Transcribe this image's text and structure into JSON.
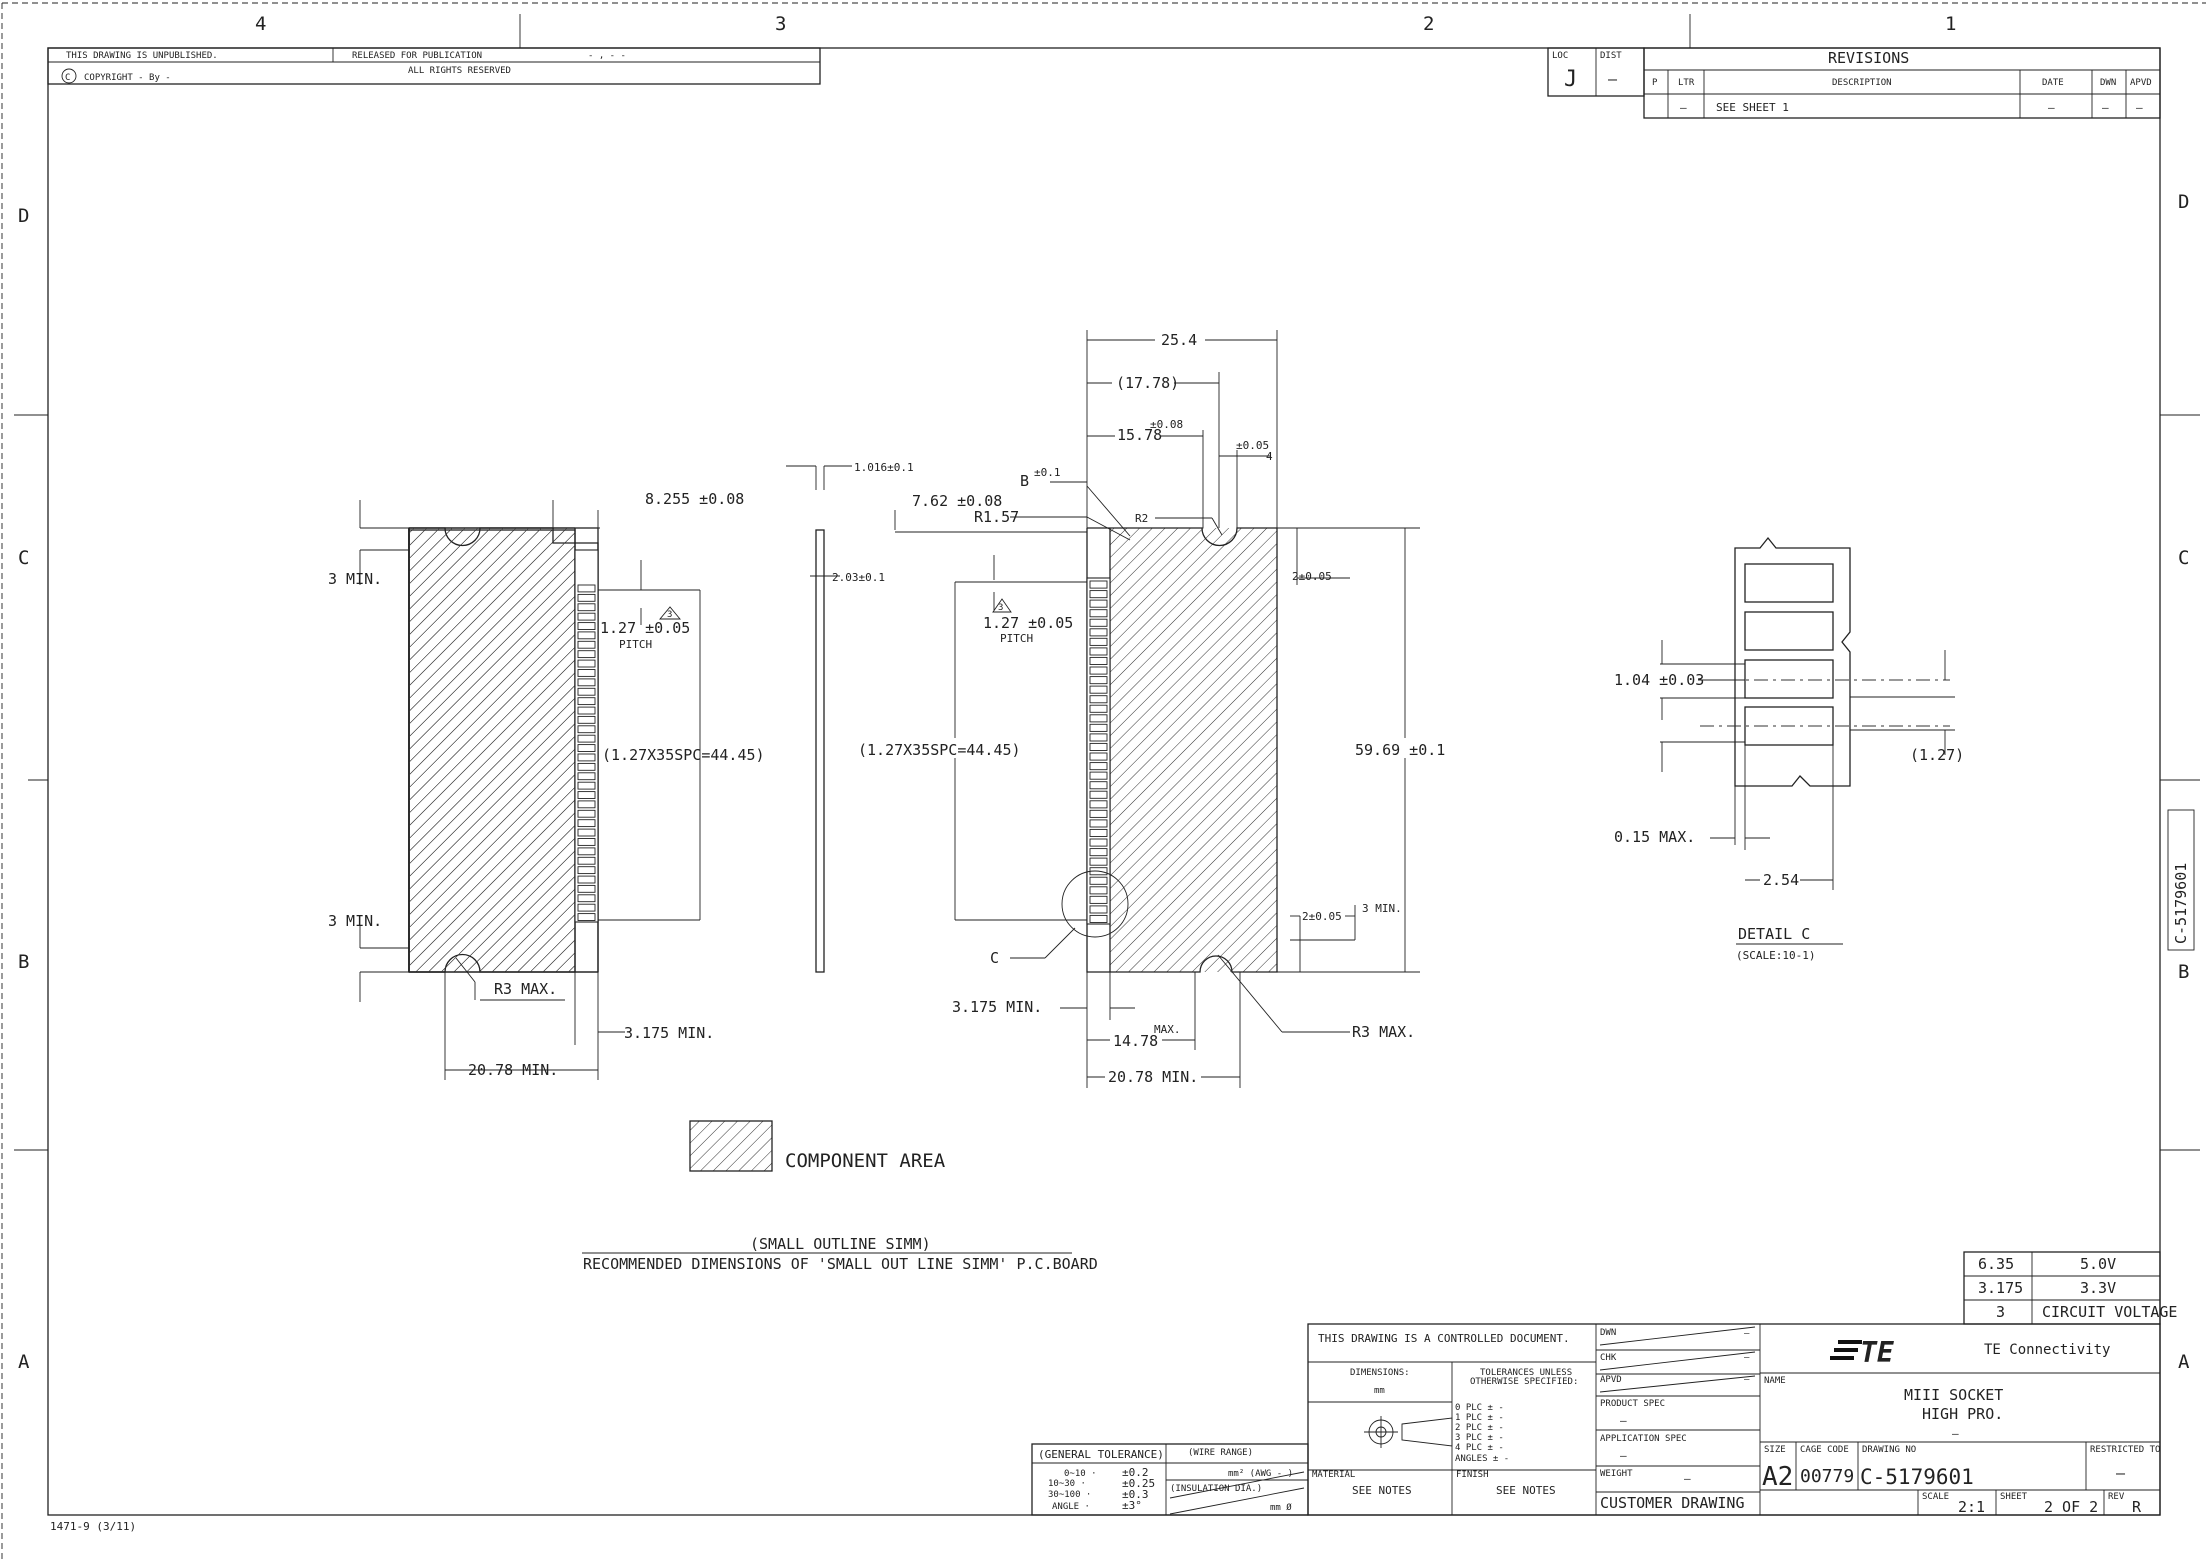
{
  "border": {
    "columns": [
      "4",
      "3",
      "2",
      "1"
    ],
    "rows_left": [
      "D",
      "C",
      "B",
      "A"
    ],
    "rows_right": [
      "D",
      "C",
      "B",
      "A"
    ],
    "form_number": "1471-9 (3/11)"
  },
  "header": {
    "unpublished": "THIS DRAWING IS UNPUBLISHED.",
    "released": "RELEASED FOR PUBLICATION",
    "released_value": "- , -   -",
    "copyright": "COPYRIGHT  -   By  -",
    "rights": "ALL RIGHTS RESERVED"
  },
  "loc_dist": {
    "loc_label": "LOC",
    "loc_value": "J",
    "dist_label": "DIST",
    "dist_value": "—"
  },
  "revisions": {
    "title": "REVISIONS",
    "columns": [
      "P",
      "LTR",
      "DESCRIPTION",
      "DATE",
      "DWN",
      "APVD"
    ],
    "row": [
      "",
      "—",
      "SEE SHEET 1",
      "—",
      "—",
      "—"
    ]
  },
  "left_view": {
    "width_dim": "8.255 ±0.08",
    "top_min": "3 MIN.",
    "pitch_value": "1.27 ±0.05",
    "pitch_label": "PITCH",
    "pitch_note": "3",
    "span": "(1.27X35SPC=44.45)",
    "bottom_min": "3 MIN.",
    "radius": "R3 MAX.",
    "edge_min": "3.175 MIN.",
    "overall": "20.78 MIN."
  },
  "board_side": {
    "thickness": "1.016±0.1",
    "edge": "2.03±0.1"
  },
  "right_view": {
    "overall": "25.4",
    "ref": "(17.78)",
    "center": "15.78",
    "center_tol": "±0.08",
    "notch_tol": "±0.05",
    "notch_label": "4",
    "b_tol": "±0.1",
    "b_label": "B",
    "offset": "7.62 ±0.08",
    "r157": "R1.57",
    "r2": "R2",
    "edge_tol": "2.03±0.1",
    "pitch_value": "1.27 ±0.05",
    "pitch_label": "PITCH",
    "pitch_note": "3",
    "span": "(1.27X35SPC=44.45)",
    "right_edge": "2±0.05",
    "height": "59.69 ±0.1",
    "bottom_tol": "2±0.05",
    "bottom_min": "3 MIN.",
    "detail_ref": "C",
    "radius": "R3 MAX.",
    "edge_min": "3.175 MIN.",
    "max_dim": "14.78",
    "max_label": "MAX.",
    "overall_min": "20.78 MIN."
  },
  "detail": {
    "pad_width": "1.04 ±0.03",
    "pitch_ref": "(1.27)",
    "max_gap": "0.15 MAX.",
    "pad_len": "2.54",
    "title": "DETAIL C",
    "scale": "(SCALE:10-1)"
  },
  "legend": {
    "label": "COMPONENT AREA"
  },
  "caption": {
    "line1": "(SMALL OUTLINE SIMM)",
    "line2": "RECOMMENDED DIMENSIONS OF 'SMALL OUT LINE SIMM' P.C.BOARD"
  },
  "voltage_table": {
    "rows": [
      [
        "6.35",
        "5.0V"
      ],
      [
        "3.175",
        "3.3V"
      ],
      [
        "3",
        "CIRCUIT VOLTAGE"
      ]
    ]
  },
  "title_block": {
    "controlled": "THIS DRAWING IS A CONTROLLED DOCUMENT.",
    "dimensions_label": "DIMENSIONS:",
    "dimensions_unit": "mm",
    "tolerances_line1": "TOLERANCES UNLESS",
    "tolerances_line2": "OTHERWISE SPECIFIED:",
    "plc": [
      "0 PLC    ± -",
      "1 PLC    ± -",
      "2 PLC    ± -",
      "3 PLC    ± -",
      "4 PLC    ± -",
      "ANGLES        ± -"
    ],
    "dwn": "DWN",
    "chk": "CHK",
    "apvd": "APVD",
    "dash": "—",
    "product_spec": "PRODUCT SPEC",
    "application_spec": "APPLICATION SPEC",
    "weight": "WEIGHT",
    "material_label": "MATERIAL",
    "material_value": "SEE NOTES",
    "finish_label": "FINISH",
    "finish_value": "SEE NOTES",
    "customer_drawing": "CUSTOMER DRAWING",
    "company_logo": "TE",
    "company": "TE Connectivity",
    "name_label": "NAME",
    "name_line1": "MIII   SOCKET",
    "name_line2": "HIGH PRO.",
    "name_line3": "—",
    "size_label": "SIZE",
    "size": "A2",
    "cage_label": "CAGE CODE",
    "cage": "00779",
    "dwg_label": "DRAWING NO",
    "dwg_no": "C-5179601",
    "restricted_label": "RESTRICTED TO",
    "restricted": "—",
    "scale_label": "SCALE",
    "scale": "2:1",
    "sheet_label": "SHEET",
    "sheet": "2 OF 2",
    "rev_label": "REV",
    "rev": "R",
    "side_dwg": "C-5179601"
  },
  "general_tolerance": {
    "title": "(GENERAL TOLERANCE)",
    "rows": [
      [
        "0~10  ·",
        "±0.2"
      ],
      [
        "10~30 ·",
        "±0.25"
      ],
      [
        "30~100 ·",
        "±0.3"
      ],
      [
        "ANGLE ·",
        "±3°"
      ]
    ],
    "wire_range": "(WIRE RANGE)",
    "wire_value": "mm² (AWG  -  )",
    "insulation": "(INSULATION DIA.)",
    "insulation_value": "mm Ø"
  }
}
